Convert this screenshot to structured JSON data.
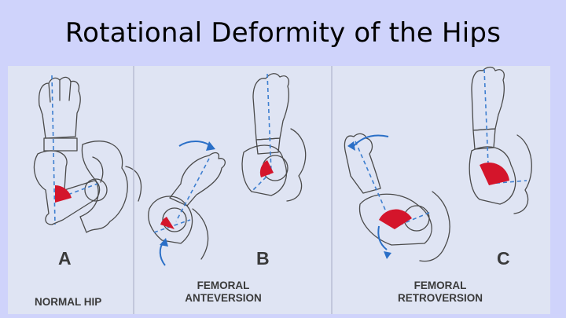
{
  "slide": {
    "title": "Rotational Deformity of the Hips"
  },
  "panels": [
    {
      "letter": "A",
      "caption_line1": "NORMAL HIP",
      "caption_line2": ""
    },
    {
      "letter": "B",
      "caption_line1": "FEMORAL",
      "caption_line2": "ANTEVERSION"
    },
    {
      "letter": "C",
      "caption_line1": "FEMORAL",
      "caption_line2": "RETROVERSION"
    }
  ],
  "colors": {
    "slide_bg": "#cfd3fb",
    "figure_bg": "#dfe4f3",
    "outline": "#4a4a4a",
    "axis": "#3e7fd0",
    "angle_wedge": "#d4152b",
    "arrow": "#2a6fc7"
  }
}
